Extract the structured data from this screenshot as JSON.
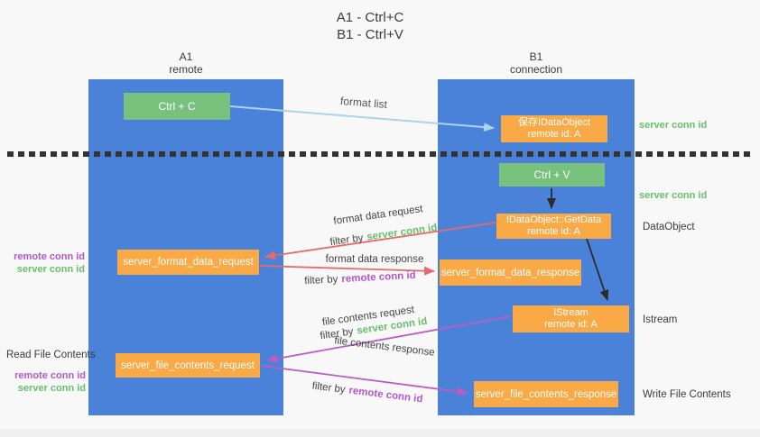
{
  "title": {
    "line1": "A1 - Ctrl+C",
    "line2": "B1 - Ctrl+V"
  },
  "columns": {
    "a": {
      "id": "A1",
      "role": "remote"
    },
    "b": {
      "id": "B1",
      "role": "connection"
    }
  },
  "boxes": {
    "ctrl_c": {
      "label": "Ctrl + C"
    },
    "ctrl_v": {
      "label": "Ctrl + V"
    },
    "save_dataobject": {
      "line1": "保存IDataObject",
      "line2": "remote id: A"
    },
    "getdata": {
      "line1": "IDataObject::GetData",
      "line2": "remote id: A"
    },
    "istream": {
      "line1": "IStream",
      "line2": "remote id: A"
    },
    "format_request": {
      "label": "server_format_data_request"
    },
    "format_response": {
      "label": "server_format_data_response"
    },
    "file_request": {
      "label": "server_file_contents_request"
    },
    "file_response": {
      "label": "server_file_contents_response"
    }
  },
  "arrow_labels": {
    "format_list": "format list",
    "format_data_request": "format data request",
    "format_data_response": "format data response",
    "file_contents_request": "file contents request",
    "file_contents_response": "file contents response",
    "filter_prefix": "filter by",
    "server_conn_id": "server conn id",
    "remote_conn_id": "remote conn id"
  },
  "side_labels": {
    "right_server_conn_top": "server conn id",
    "right_server_conn_mid": "server conn id",
    "dataobject": "DataObject",
    "istream": "Istream",
    "write_file_contents": "Write File Contents",
    "left_remote_conn_top": "remote conn id",
    "left_server_conn_top": "server conn id",
    "read_file_contents": "Read File Contents",
    "left_remote_conn_bottom": "remote conn id",
    "left_server_conn_bottom": "server conn id"
  },
  "colors": {
    "background": "#f8f8f8",
    "column_blue": "#4a82d9",
    "box_green": "#77c17c",
    "box_orange": "#f9a945",
    "text_green": "#67bf6b",
    "text_purple": "#b259c9",
    "arrow_red": "#e66a6b",
    "arrow_magenta": "#bb5cc3",
    "arrow_light_blue": "#a9d3ef",
    "arrow_black": "#2b2b2b",
    "dash_line": "#333333"
  }
}
